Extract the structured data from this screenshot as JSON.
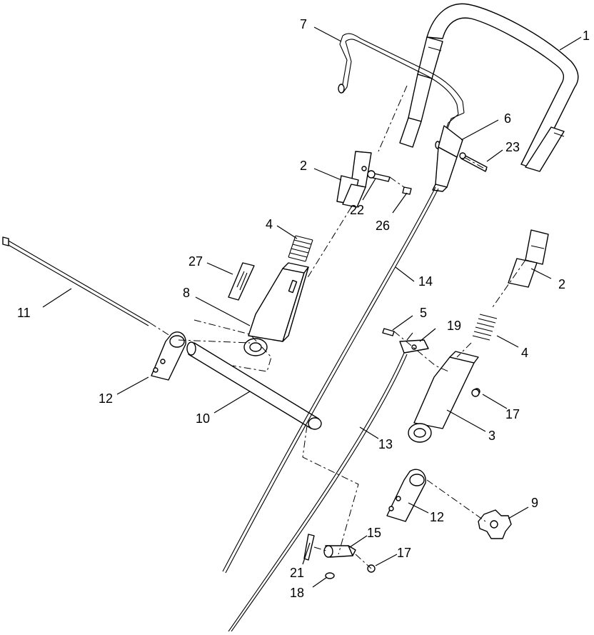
{
  "diagram": {
    "labels": {
      "p1": "1",
      "p2a": "2",
      "p2b": "2",
      "p3": "3",
      "p4a": "4",
      "p4b": "4",
      "p5": "5",
      "p6": "6",
      "p7": "7",
      "p8": "8",
      "p9": "9",
      "p10": "10",
      "p11": "11",
      "p12a": "12",
      "p12b": "12",
      "p13": "13",
      "p14": "14",
      "p15": "15",
      "p17a": "17",
      "p17b": "17",
      "p18": "18",
      "p19": "19",
      "p21": "21",
      "p22": "22",
      "p23": "23",
      "p26": "26",
      "p27": "27"
    }
  }
}
